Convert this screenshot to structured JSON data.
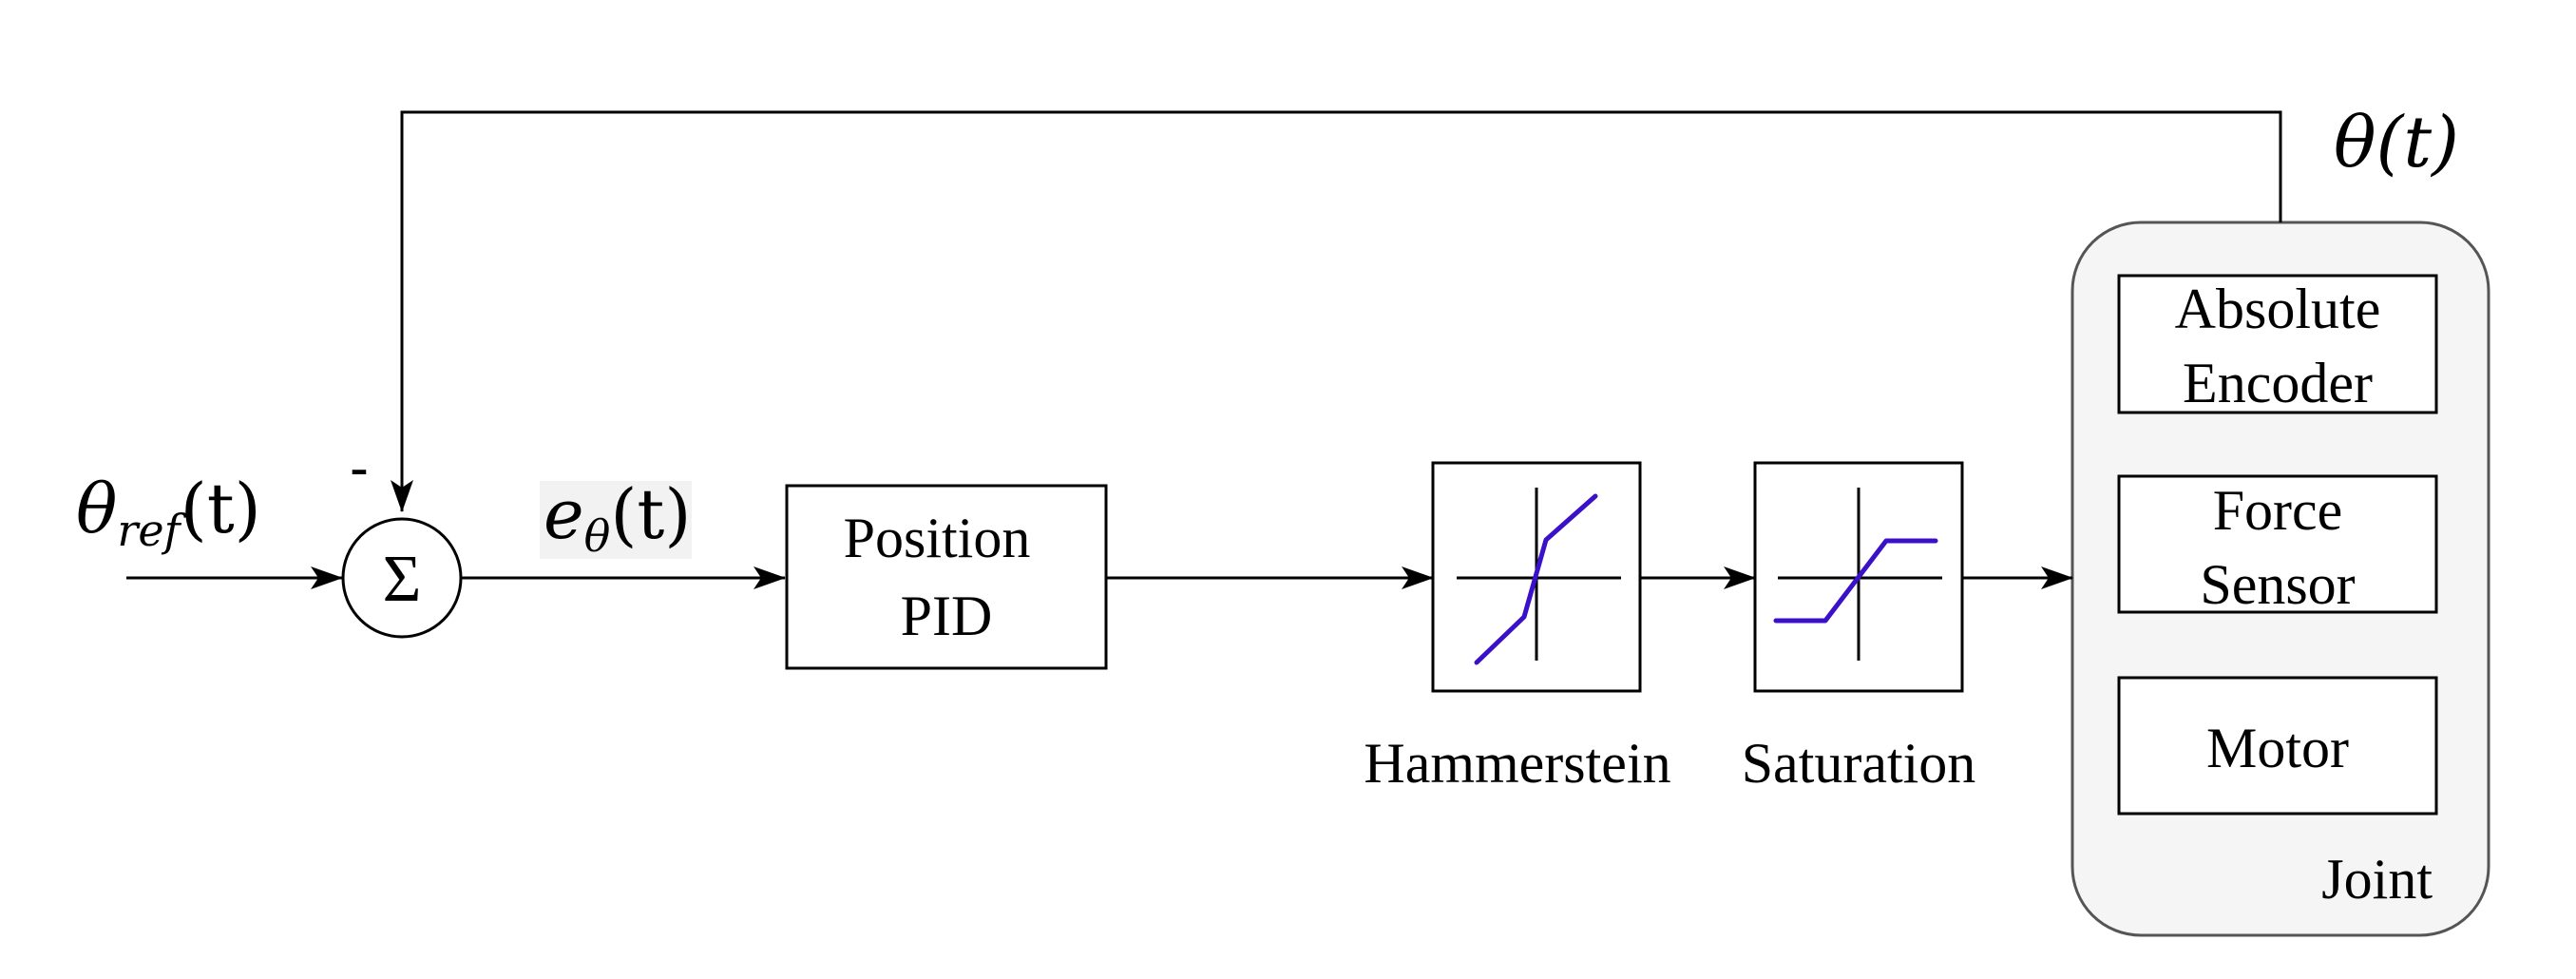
{
  "inputs": {
    "reference_symbol": "θ",
    "reference_subscript": "ref",
    "time_arg": "(t)",
    "error_symbol": "e",
    "error_subscript": "θ",
    "feedback_label": "θ(t)",
    "minus_sign": "-",
    "sum_symbol": "Σ"
  },
  "blocks": {
    "pid": {
      "line1": "Position",
      "line2": "PID"
    },
    "hammerstein": {
      "label": "Hammerstein"
    },
    "saturation": {
      "label": "Saturation"
    }
  },
  "joint": {
    "label": "Joint",
    "encoder": {
      "line1": "Absolute",
      "line2": "Encoder"
    },
    "force_sensor": {
      "line1": "Force",
      "line2": "Sensor"
    },
    "motor": {
      "label": "Motor"
    }
  },
  "colors": {
    "nonlinearity_curve": "#3a10c8",
    "joint_fill": "#f5f5f5"
  }
}
